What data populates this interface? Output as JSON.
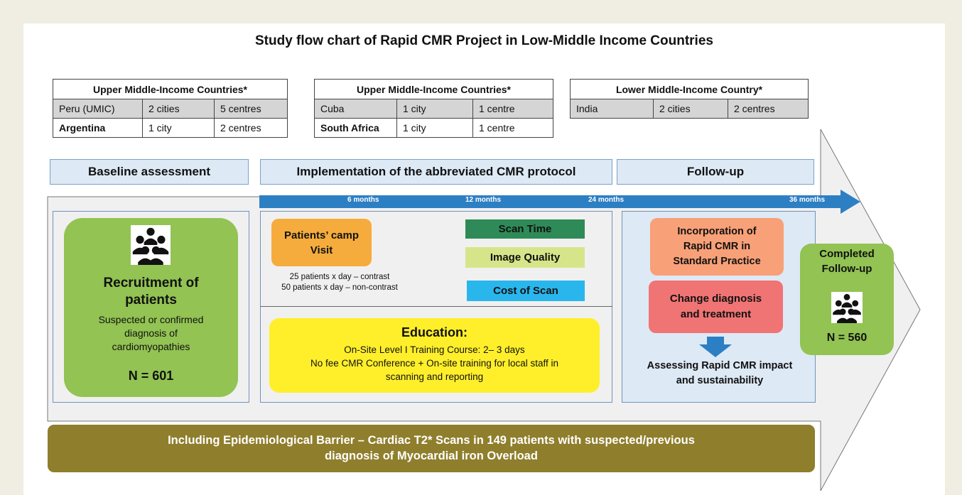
{
  "title": "Study flow chart of Rapid CMR Project in Low-Middle Income Countries",
  "tables": [
    {
      "header": "Upper Middle-Income Countries*",
      "rows": [
        {
          "country": "Peru  (UMIC)",
          "cities": "2 cities",
          "centres": "5 centres"
        },
        {
          "country": "Argentina",
          "cities": "1 city",
          "centres": "2 centres"
        }
      ]
    },
    {
      "header": "Upper Middle-Income Countries*",
      "rows": [
        {
          "country": "Cuba",
          "cities": "1 city",
          "centres": "1 centre"
        },
        {
          "country": "South Africa",
          "cities": "1 city",
          "centres": "1 centre"
        }
      ]
    },
    {
      "header": "Lower Middle-Income Country*",
      "rows": [
        {
          "country": "India",
          "cities": "2 cities",
          "centres": "2 centres"
        }
      ]
    }
  ],
  "phases": {
    "baseline": "Baseline assessment",
    "implementation": "Implementation of the abbreviated CMR protocol",
    "followup": "Follow-up"
  },
  "timeline": {
    "ticks": [
      "6 months",
      "12 months",
      "24 months",
      "36 months"
    ]
  },
  "recruitment": {
    "title_line1": "Recruitment of",
    "title_line2": "patients",
    "desc_line1": "Suspected or confirmed",
    "desc_line2": "diagnosis of",
    "desc_line3": "cardiomyopathies",
    "n": "N = 601",
    "icon": "people-group-icon"
  },
  "camp": {
    "line1": "Patients’ camp",
    "line2": "Visit",
    "note1": "25 patients x day – contrast",
    "note2": "50 patients x day – non-contrast"
  },
  "metrics": {
    "scan_time": "Scan Time",
    "image_quality": "Image Quality",
    "cost_of_scan": "Cost of Scan"
  },
  "education": {
    "title": "Education:",
    "line1": "On-Site Level I Training Course: 2– 3 days",
    "line2": "No fee CMR Conference + On-site training for local staff in",
    "line3": "scanning and reporting"
  },
  "followup_panel": {
    "incorp_line1": "Incorporation of",
    "incorp_line2": "Rapid CMR in",
    "incorp_line3": "Standard Practice",
    "change_line1": "Change diagnosis",
    "change_line2": "and treatment",
    "assess_line1": "Assessing Rapid CMR impact",
    "assess_line2": "and sustainability"
  },
  "completed": {
    "line1": "Completed",
    "line2": "Follow-up",
    "n": "N = 560",
    "icon": "people-group-icon"
  },
  "banner": {
    "line1": "Including Epidemiological Barrier – Cardiac T2* Scans in 149 patients with suspected/previous",
    "line2": "diagnosis of Myocardial iron Overload"
  },
  "colors": {
    "green_box": "#92c353",
    "orange": "#f5ac3c",
    "dark_green": "#2e8b57",
    "light_lime": "#d6e589",
    "cyan": "#29b6ec",
    "yellow": "#ffef2a",
    "salmon": "#f8a077",
    "red_pink": "#f07474",
    "olive": "#8f7e2c",
    "blue_arrow": "#2d7fc4"
  }
}
